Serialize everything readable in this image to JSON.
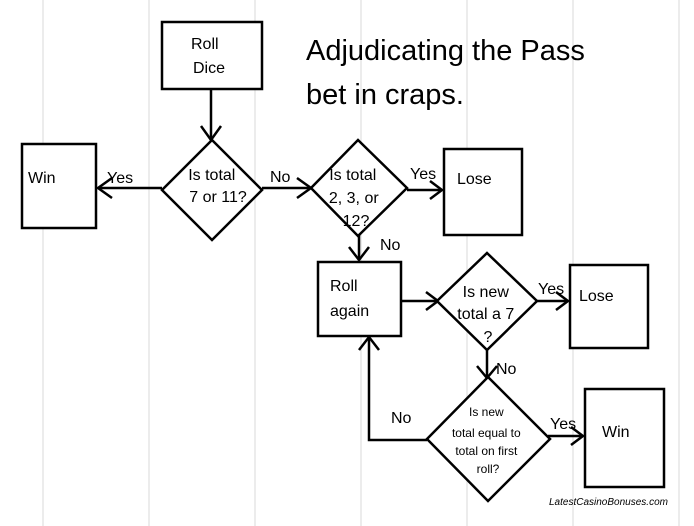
{
  "title": [
    "Adjudicating the Pass",
    "bet in craps."
  ],
  "credit": "LatestCasinoBonuses.com",
  "nodes": {
    "roll_dice": [
      "Roll",
      "Dice"
    ],
    "win_1": [
      "Win"
    ],
    "is_total_7_or_11": [
      "Is total",
      "7 or 11?"
    ],
    "is_total_2_3_12": [
      "Is total",
      "2, 3, or",
      "12?"
    ],
    "lose_1": [
      "Lose"
    ],
    "roll_again": [
      "Roll",
      "again"
    ],
    "is_new_total_7": [
      "Is new",
      "total a 7",
      "?"
    ],
    "lose_2": [
      "Lose"
    ],
    "is_new_total_equal": [
      "Is new",
      "total equal to",
      "total on first",
      "roll?"
    ],
    "win_2": [
      "Win"
    ]
  },
  "edge_labels": {
    "yes_to_win_1": "Yes",
    "no_to_is_total_2_3_12": "No",
    "yes_to_lose_1": "Yes",
    "no_to_roll_again": "No",
    "yes_to_lose_2": "Yes",
    "no_to_is_new_total_equal": "No",
    "no_back_to_roll_again": "No",
    "yes_to_win_2": "Yes"
  }
}
